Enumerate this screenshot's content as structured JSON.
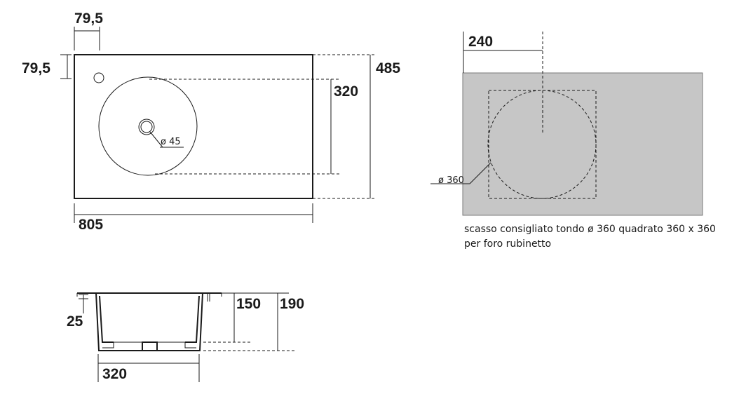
{
  "top_view": {
    "tap_offset_x": "79,5",
    "tap_offset_y": "79,5",
    "width": "805",
    "depth": "485",
    "bowl_diameter": "320",
    "drain_diameter": "ø 45"
  },
  "cutout_view": {
    "offset": "240",
    "circle_diameter": "ø 360",
    "note_line1": "scasso consigliato tondo ø 360 quadrato 360 x 360",
    "note_line2": "per foro rubinetto"
  },
  "section_view": {
    "rim_thickness": "25",
    "inner_depth": "150",
    "total_height": "190",
    "bowl_width": "320"
  },
  "colors": {
    "line": "#1a1a1a",
    "panel_fill": "#c6c6c6"
  }
}
